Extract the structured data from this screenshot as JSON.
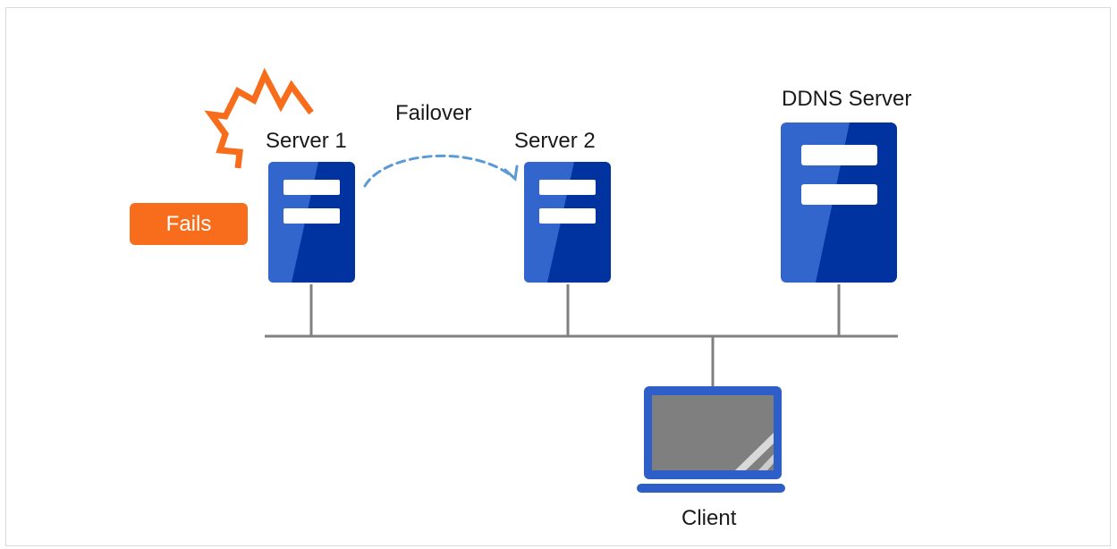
{
  "labels": {
    "server1": "Server 1",
    "server2": "Server 2",
    "ddns_server": "DDNS Server",
    "failover": "Failover",
    "fails": "Fails",
    "client": "Client"
  },
  "colors": {
    "server_dark": "#0033a0",
    "server_light": "#3366cc",
    "network_line": "#808080",
    "failover_arrow": "#5b9bd5",
    "alert_orange": "#f86d1b",
    "screen_gray": "#7f7f7f"
  },
  "icons": [
    "server-icon",
    "laptop-icon",
    "lightning-icon"
  ]
}
